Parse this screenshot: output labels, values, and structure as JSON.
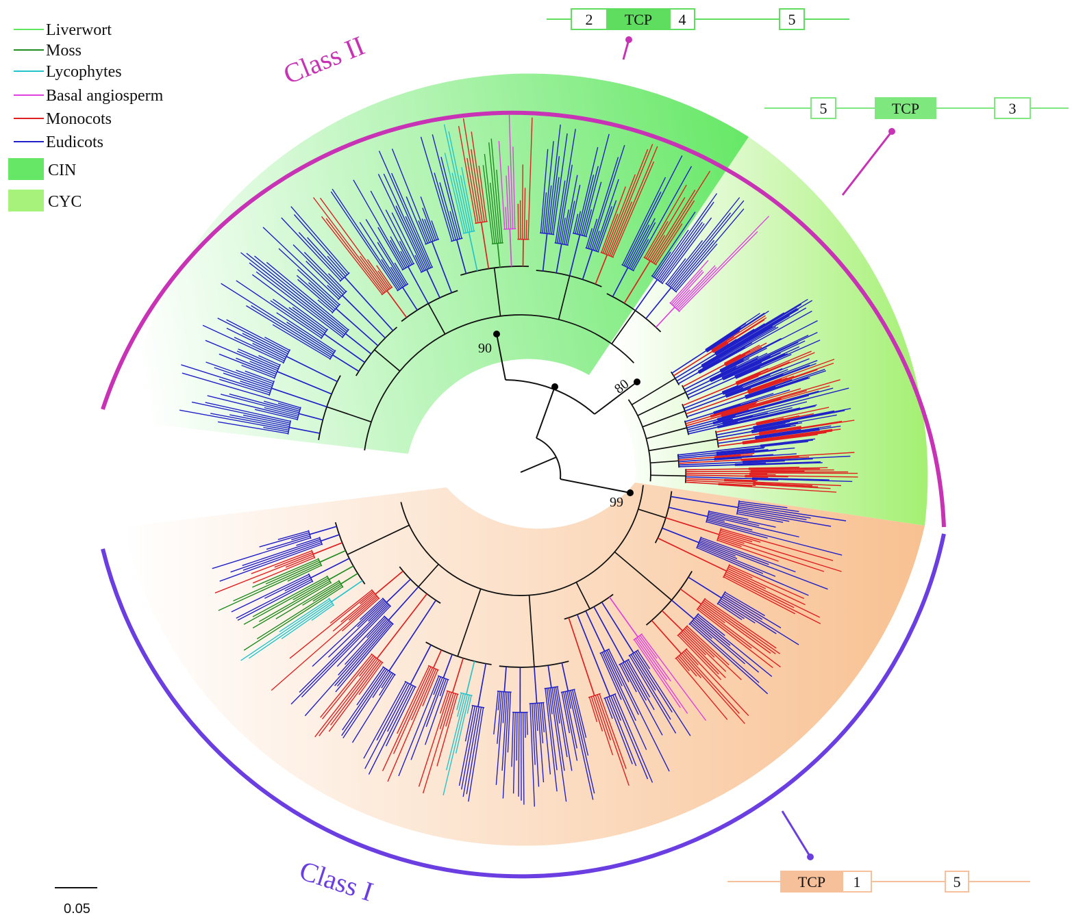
{
  "colors": {
    "liverwort": "#5ee65e",
    "moss": "#1e8c1e",
    "lycophytes": "#22c4cc",
    "basal_angiosperm": "#e040e0",
    "monocots": "#e02020",
    "eudicots": "#2020c8",
    "backbone": "#111111",
    "cin": "#66e866",
    "cyc": "#a6f27a",
    "class1_fill": "#f8c090",
    "class2_ring": "#c832b4",
    "class1_ring": "#6a3ee0",
    "structure_cin": "#5fdd5f",
    "structure_cyc": "#7ee87e",
    "structure_class1": "#f5c09a"
  },
  "legend": {
    "lineage": [
      {
        "key": "liverwort",
        "label": "Liverwort"
      },
      {
        "key": "moss",
        "label": "Moss"
      },
      {
        "key": "lycophytes",
        "label": "Lycophytes"
      },
      {
        "key": "basal_angiosperm",
        "label": "Basal angiosperm"
      },
      {
        "key": "monocots",
        "label": "Monocots"
      },
      {
        "key": "eudicots",
        "label": "Eudicots"
      }
    ],
    "subclades": [
      {
        "key": "cin",
        "label": "CIN"
      },
      {
        "key": "cyc",
        "label": "CYC"
      }
    ]
  },
  "class_labels": {
    "class2": "Class II",
    "class1": "Class I"
  },
  "bootstrap": {
    "node_cin": "90",
    "node_cyc": "80",
    "node_class1": "99"
  },
  "gene_structures": {
    "cin": {
      "boxes": [
        "2",
        "TCP",
        "4",
        "5"
      ]
    },
    "cyc": {
      "boxes": [
        "5",
        "TCP",
        "3"
      ]
    },
    "class1": {
      "boxes": [
        "TCP",
        "1",
        "5"
      ]
    }
  },
  "scale_bar": {
    "label": "0.05"
  }
}
